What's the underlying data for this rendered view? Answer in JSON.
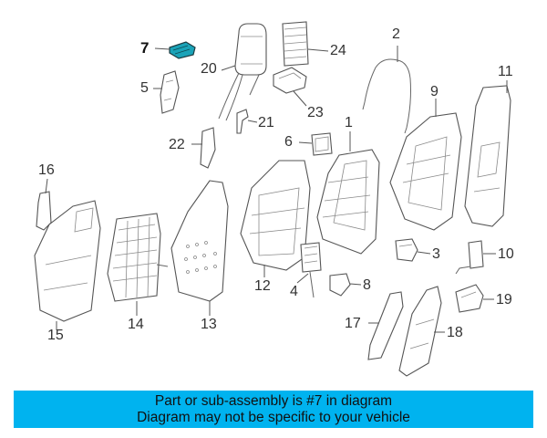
{
  "diagram": {
    "highlight_color": "#1aa3b8",
    "callouts": [
      {
        "id": "7",
        "label": "7"
      },
      {
        "id": "20",
        "label": "20"
      },
      {
        "id": "24",
        "label": "24"
      },
      {
        "id": "2",
        "label": "2"
      },
      {
        "id": "11",
        "label": "11"
      },
      {
        "id": "5",
        "label": "5"
      },
      {
        "id": "23",
        "label": "23"
      },
      {
        "id": "9",
        "label": "9"
      },
      {
        "id": "21",
        "label": "21"
      },
      {
        "id": "1",
        "label": "1"
      },
      {
        "id": "22",
        "label": "22"
      },
      {
        "id": "6",
        "label": "6"
      },
      {
        "id": "16",
        "label": "16"
      },
      {
        "id": "3",
        "label": "3"
      },
      {
        "id": "10",
        "label": "10"
      },
      {
        "id": "12",
        "label": "12"
      },
      {
        "id": "4",
        "label": "4"
      },
      {
        "id": "8",
        "label": "8"
      },
      {
        "id": "19",
        "label": "19"
      },
      {
        "id": "15",
        "label": "15"
      },
      {
        "id": "14",
        "label": "14"
      },
      {
        "id": "13",
        "label": "13"
      },
      {
        "id": "17",
        "label": "17"
      },
      {
        "id": "18",
        "label": "18"
      }
    ]
  },
  "banner": {
    "line1": "Part or sub-assembly is #7 in diagram",
    "line2": "Diagram may not be specific to your vehicle",
    "color": "#00b3ef"
  }
}
